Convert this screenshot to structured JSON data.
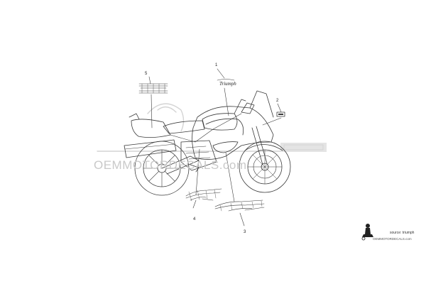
{
  "callouts": {
    "c1": "1",
    "c2": "2",
    "c3": "3",
    "c4": "4",
    "c5": "5"
  },
  "watermark": {
    "text": "OEMMOTORDECALS.com"
  },
  "credit": {
    "source": "source: triumph",
    "site": "OEMMOTORDECALS.com"
  },
  "decals": {
    "brand_logo": "Triumph",
    "logo_style": "script"
  },
  "icons": {
    "credit_logo": "motorcyclist-icon"
  },
  "colors": {
    "line": "#3a3a3a",
    "watermark": "#c9c9c9",
    "background": "#ffffff"
  }
}
